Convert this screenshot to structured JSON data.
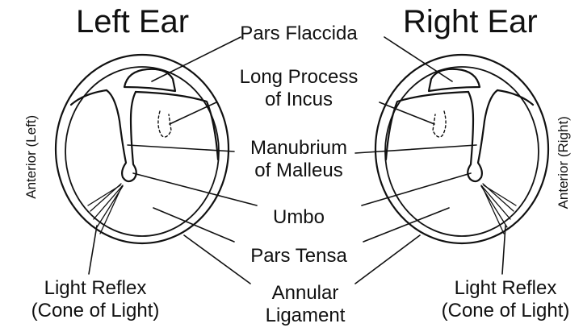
{
  "titles": {
    "left": "Left Ear",
    "right": "Right Ear"
  },
  "labels": {
    "pars_flaccida": "Pars Flaccida",
    "long_process_line1": "Long Process",
    "long_process_line2": "of Incus",
    "manubrium_line1": "Manubrium",
    "manubrium_line2": "of Malleus",
    "umbo": "Umbo",
    "pars_tensa": "Pars Tensa",
    "annular_line1": "Annular",
    "annular_line2": "Ligament",
    "light_reflex_line1": "Light Reflex",
    "light_reflex_line2": "(Cone of Light)"
  },
  "side_labels": {
    "left": "Anterior (Left)",
    "right": "Anterior (Right)"
  },
  "colors": {
    "line": "#111111",
    "background": "#ffffff"
  }
}
